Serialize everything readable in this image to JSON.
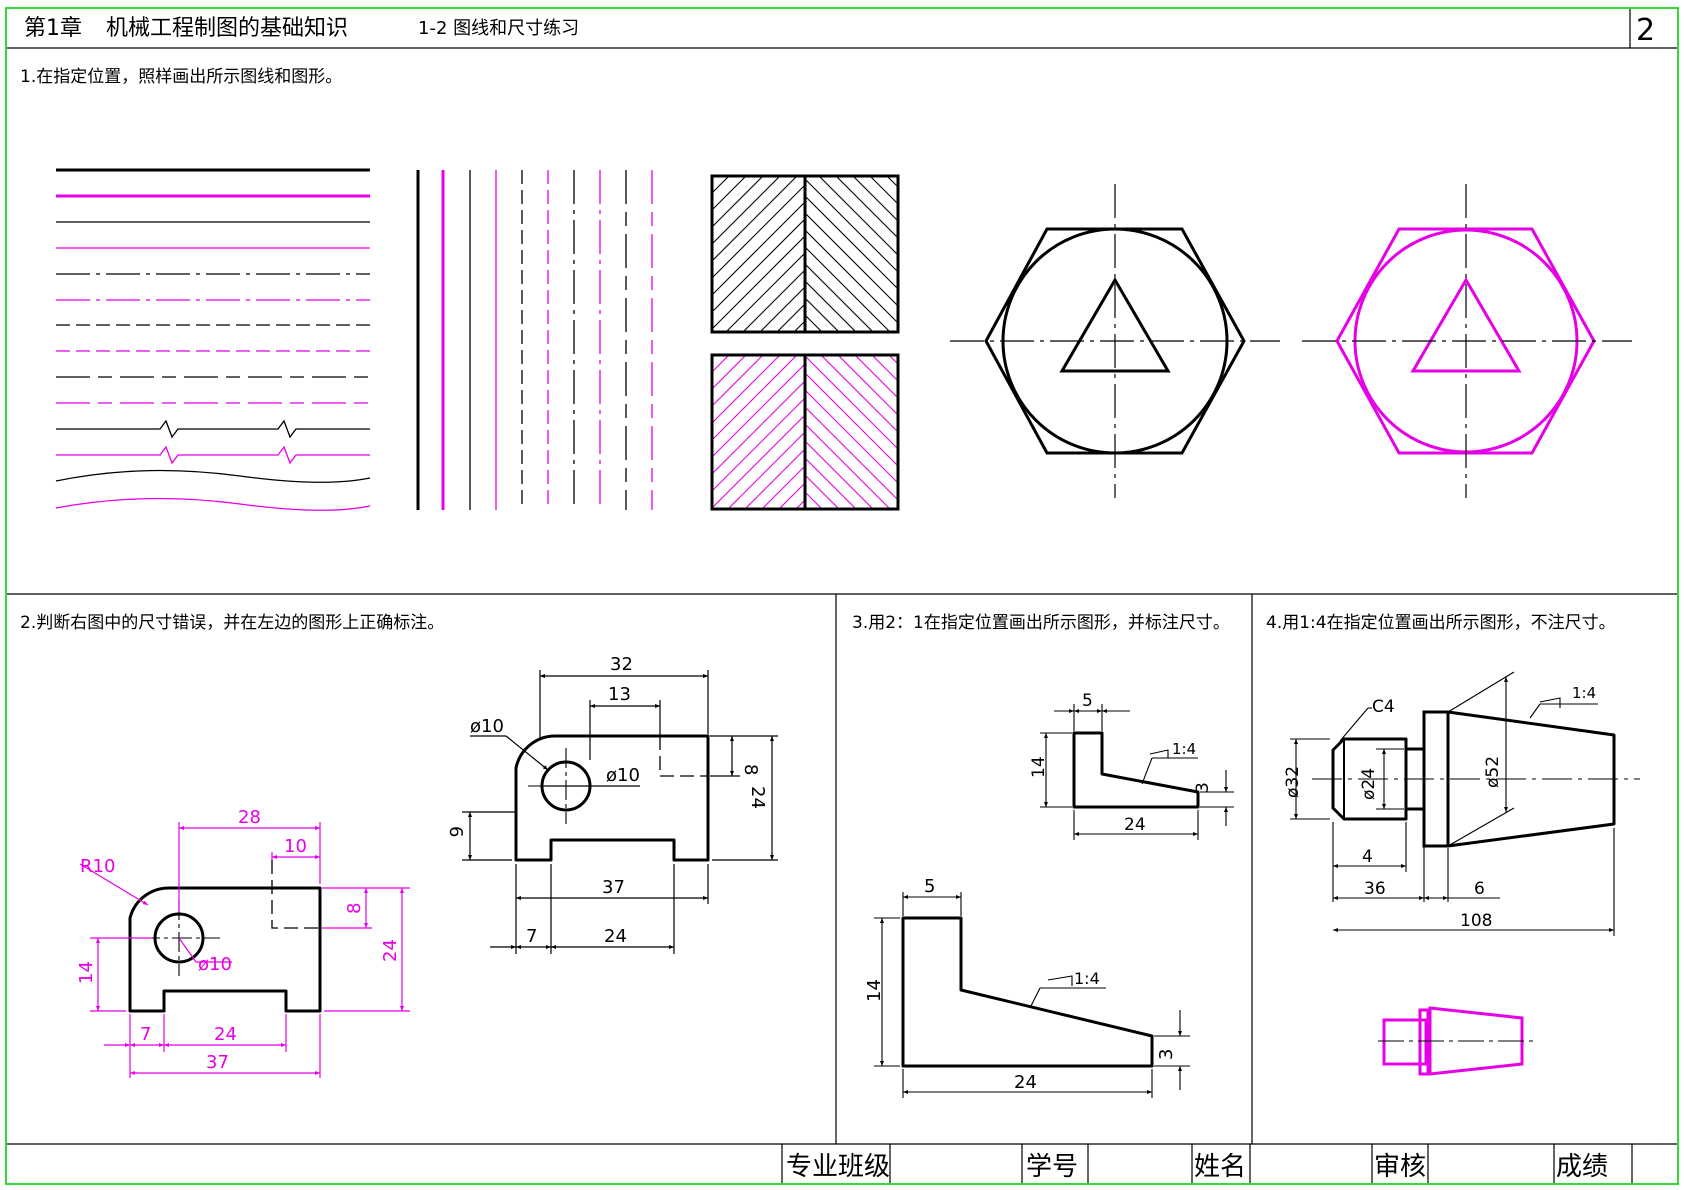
{
  "header": {
    "chapter": "第1章",
    "chapter_title": "机械工程制图的基础知识",
    "section": "1-2 图线和尺寸练习",
    "page_number": "2"
  },
  "tasks": {
    "task1": "1.在指定位置，照样画出所示图线和图形。",
    "task2": "2.判断右图中的尺寸错误，并在左边的图形上正确标注。",
    "task3": "3.用2：1在指定位置画出所示图形，并标注尺寸。",
    "task4": "4.用1:4在指定位置画出所示图形，不注尺寸。"
  },
  "footer": {
    "class_label": "专业班级",
    "id_label": "学号",
    "name_label": "姓名",
    "review_label": "审核",
    "score_label": "成绩"
  },
  "colors": {
    "border": "#39d639",
    "ink": "#000000",
    "accent": "#e600e6"
  },
  "dims": {
    "t2_correct": {
      "d28": "28",
      "d10": "10",
      "r10": "R10",
      "d8": "8",
      "d24v": "24",
      "d14": "14",
      "phi10": "ø10",
      "d7": "7",
      "d24h": "24",
      "d37": "37"
    },
    "t2_wrong": {
      "d32": "32",
      "d13": "13",
      "phi10a": "ø10",
      "phi10b": "ø10",
      "d8": "8",
      "d24v": "24",
      "d6": "6",
      "d37": "37",
      "d7": "7",
      "d24h": "24"
    },
    "t3_small": {
      "d5": "5",
      "d14": "14",
      "taper": "1:4",
      "d3": "3",
      "d24": "24"
    },
    "t3_large": {
      "d5": "5",
      "d14": "14",
      "taper": "1:4",
      "d3": "3",
      "d24": "24"
    },
    "t4": {
      "c4": "C4",
      "taper": "1:4",
      "phi32": "ø32",
      "phi24": "ø24",
      "phi52": "ø52",
      "d4": "4",
      "d36": "36",
      "d6": "6",
      "d108": "108"
    }
  }
}
